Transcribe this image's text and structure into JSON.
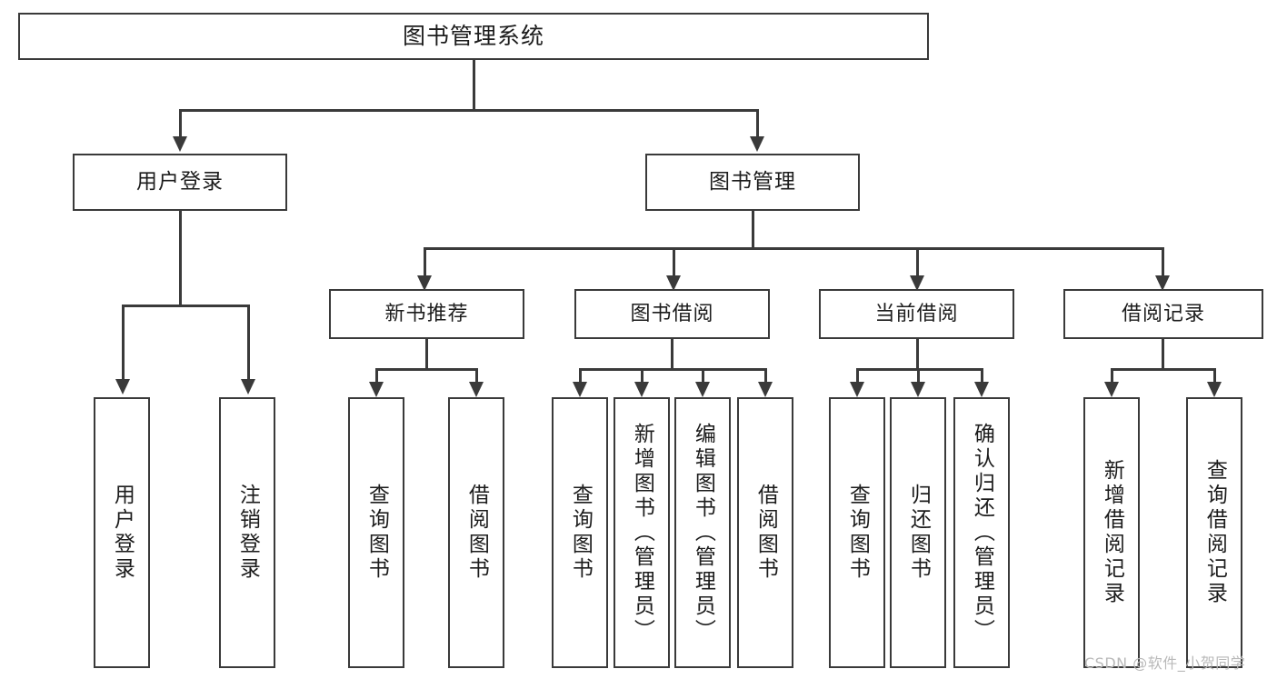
{
  "diagram": {
    "title": "图书管理系统",
    "watermark": "CSDN @软件_小贺同学",
    "root": {
      "label": "图书管理系统"
    },
    "level1": [
      {
        "label": "用户登录"
      },
      {
        "label": "图书管理"
      }
    ],
    "level2": [
      {
        "label": "新书推荐"
      },
      {
        "label": "图书借阅"
      },
      {
        "label": "当前借阅"
      },
      {
        "label": "借阅记录"
      }
    ],
    "leaves": {
      "user_login": [
        {
          "label": "用户登录"
        },
        {
          "label": "注销登录"
        }
      ],
      "new_book": [
        {
          "label": "查询图书"
        },
        {
          "label": "借阅图书"
        }
      ],
      "book_borrow": [
        {
          "label": "查询图书"
        },
        {
          "label": "新增图书（管理员）"
        },
        {
          "label": "编辑图书（管理员）"
        },
        {
          "label": "借阅图书"
        }
      ],
      "current_borrow": [
        {
          "label": "查询图书"
        },
        {
          "label": "归还图书"
        },
        {
          "label": "确认归还（管理员）"
        }
      ],
      "borrow_record": [
        {
          "label": "新增借阅记录"
        },
        {
          "label": "查询借阅记录"
        }
      ]
    }
  },
  "colors": {
    "stroke": "#3a3a3a",
    "text": "#1c1c1c",
    "background": "#ffffff",
    "watermark": "#b9b9b9"
  }
}
